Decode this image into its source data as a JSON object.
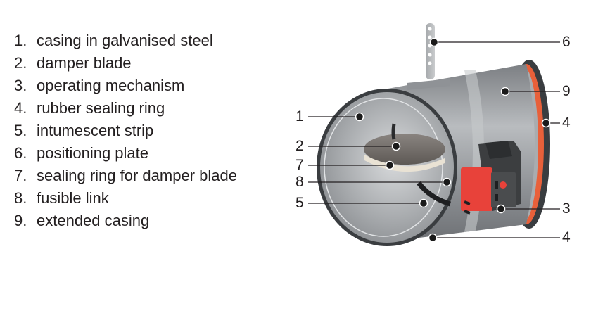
{
  "legend": {
    "items": [
      {
        "num": "1.",
        "label": "casing in galvanised steel"
      },
      {
        "num": "2.",
        "label": "damper blade"
      },
      {
        "num": "3.",
        "label": "operating mechanism"
      },
      {
        "num": "4.",
        "label": "rubber sealing ring"
      },
      {
        "num": "5.",
        "label": "intumescent strip"
      },
      {
        "num": "6.",
        "label": "positioning plate"
      },
      {
        "num": "7.",
        "label": "sealing ring for damper blade"
      },
      {
        "num": "8.",
        "label": "fusible link"
      },
      {
        "num": "9.",
        "label": "extended casing"
      }
    ]
  },
  "callouts": {
    "left": [
      {
        "label": "1"
      },
      {
        "label": "2"
      },
      {
        "label": "7"
      },
      {
        "label": "8"
      },
      {
        "label": "5"
      }
    ],
    "right": [
      {
        "label": "6"
      },
      {
        "label": "9"
      },
      {
        "label": "4"
      },
      {
        "label": "3"
      },
      {
        "label": "4"
      }
    ]
  },
  "colors": {
    "text": "#231f20",
    "casing": "#9a9da0",
    "intumescent_strip": "#e8603a",
    "actuator_red": "#e8423a",
    "actuator_dark": "#3c3e40"
  }
}
